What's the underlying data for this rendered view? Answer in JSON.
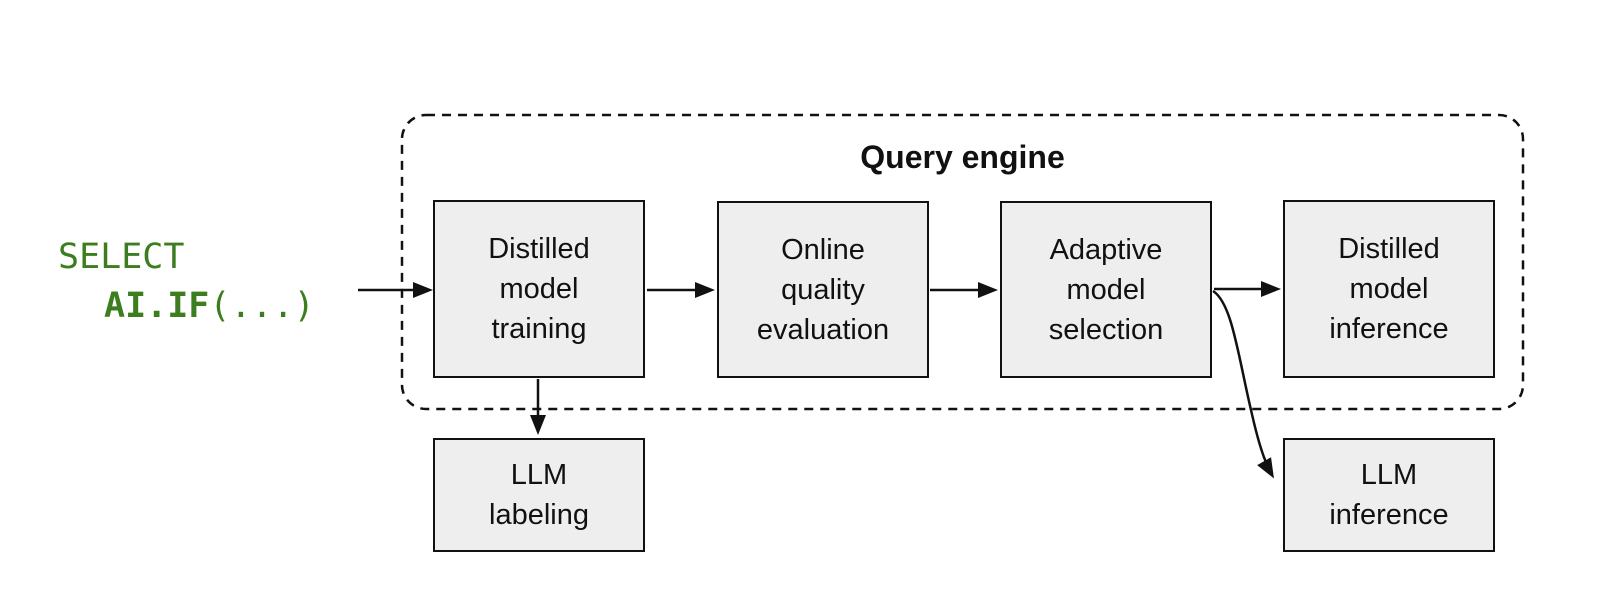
{
  "diagram": {
    "code": {
      "line1": "SELECT",
      "line2_bold": "AI.IF",
      "line2_rest": "(...)"
    },
    "group": {
      "title": "Query engine"
    },
    "nodes": [
      {
        "id": "distilled-model-training",
        "label": "Distilled\nmodel\ntraining",
        "in_group": true
      },
      {
        "id": "online-quality-evaluation",
        "label": "Online\nquality\nevaluation",
        "in_group": true
      },
      {
        "id": "adaptive-model-selection",
        "label": "Adaptive\nmodel\nselection",
        "in_group": true
      },
      {
        "id": "distilled-model-inference",
        "label": "Distilled\nmodel\ninference",
        "in_group": true
      },
      {
        "id": "llm-labeling",
        "label": "LLM\nlabeling",
        "in_group": false
      },
      {
        "id": "llm-inference",
        "label": "LLM\ninference",
        "in_group": false
      }
    ],
    "edges": [
      {
        "from": "sql-query",
        "to": "distilled-model-training",
        "style": "straight"
      },
      {
        "from": "distilled-model-training",
        "to": "online-quality-evaluation",
        "style": "straight"
      },
      {
        "from": "online-quality-evaluation",
        "to": "adaptive-model-selection",
        "style": "straight"
      },
      {
        "from": "adaptive-model-selection",
        "to": "distilled-model-inference",
        "style": "straight"
      },
      {
        "from": "distilled-model-training",
        "to": "llm-labeling",
        "style": "straight"
      },
      {
        "from": "adaptive-model-selection",
        "to": "llm-inference",
        "style": "curved"
      }
    ],
    "colors": {
      "background": "#ffffff",
      "node_fill": "#eeeeee",
      "node_border": "#111111",
      "connector": "#111111",
      "code_green": "#3b7d1f"
    }
  }
}
